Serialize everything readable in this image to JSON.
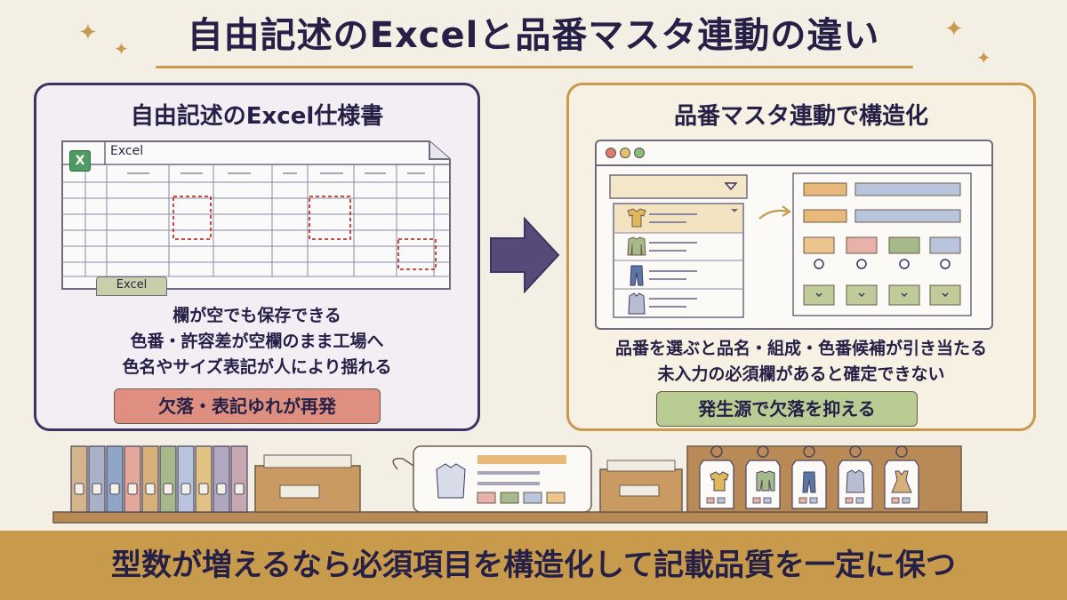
{
  "title": "自由記述のExcelと品番マスタ連動の違い",
  "left_panel": {
    "title": "自由記述のExcel仕様書",
    "excel_tab_label": "Excel",
    "excel_logo_letter": "X",
    "sheet_tab_label": "Excel",
    "lines": [
      "欄が空でも保存できる",
      "色番・許容差が空欄のまま工場へ",
      "色名やサイズ表記が人により揺れる"
    ],
    "badge": "欠落・表記ゆれが再発"
  },
  "right_panel": {
    "title": "品番マスタ連動で構造化",
    "lines": [
      "品番を選ぶと品名・組成・色番候補が引き当たる",
      "未入力の必須欄があると確定できない"
    ],
    "badge": "発生源で欠落を抑える"
  },
  "footer": "型数が増えるなら必須項目を構造化して記載品質を一定に保つ",
  "colors": {
    "navy": "#262047",
    "gold": "#c79a4c",
    "red_badge": "#de8f80",
    "green_badge": "#b9cc94",
    "arrow": "#564a7a"
  },
  "icons": {
    "excel": "excel-icon",
    "arrow": "right-arrow-icon",
    "dropdown": "dropdown-icon",
    "garments": [
      "tshirt-icon",
      "sweater-icon",
      "pants-icon",
      "jacket-icon",
      "dress-icon"
    ]
  }
}
